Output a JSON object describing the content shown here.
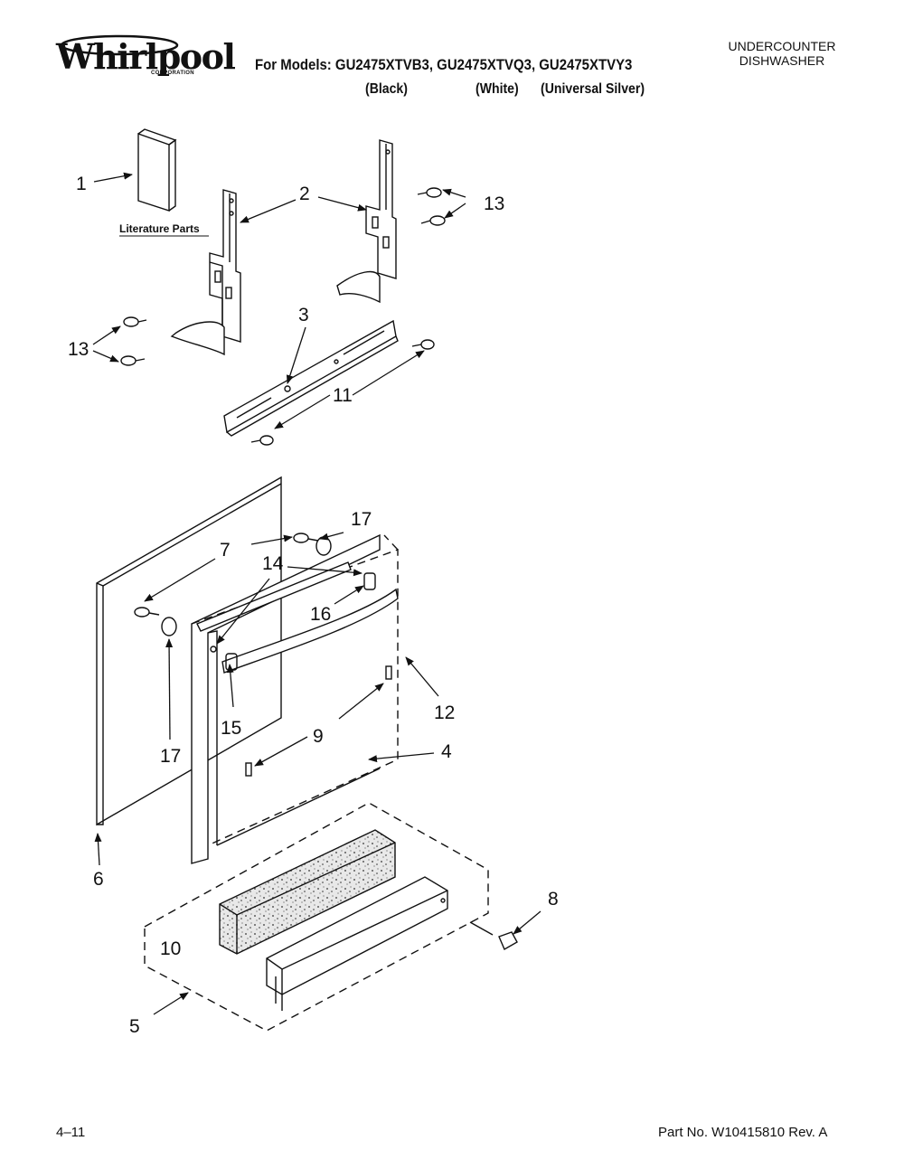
{
  "header": {
    "brand": "Whirlpool",
    "brand_sub": "CORPORATION",
    "models_line": "For Models: GU2475XTVB3, GU2475XTVQ3, GU2475XTVY3",
    "colors": [
      "(Black)",
      "(White)",
      "(Universal Silver)"
    ],
    "product_type": [
      "UNDERCOUNTER",
      "DISHWASHER"
    ]
  },
  "diagram": {
    "literature_label": "Literature Parts",
    "callouts": {
      "c1": "1",
      "c2": "2",
      "c3": "3",
      "c4": "4",
      "c5": "5",
      "c6": "6",
      "c7": "7",
      "c8": "8",
      "c9": "9",
      "c10": "10",
      "c11": "11",
      "c12": "12",
      "c13a": "13",
      "c13b": "13",
      "c14": "14",
      "c15": "15",
      "c16": "16",
      "c17a": "17",
      "c17b": "17"
    }
  },
  "footer": {
    "page": "4–11",
    "part_no": "Part No. W10415810 Rev. A"
  }
}
